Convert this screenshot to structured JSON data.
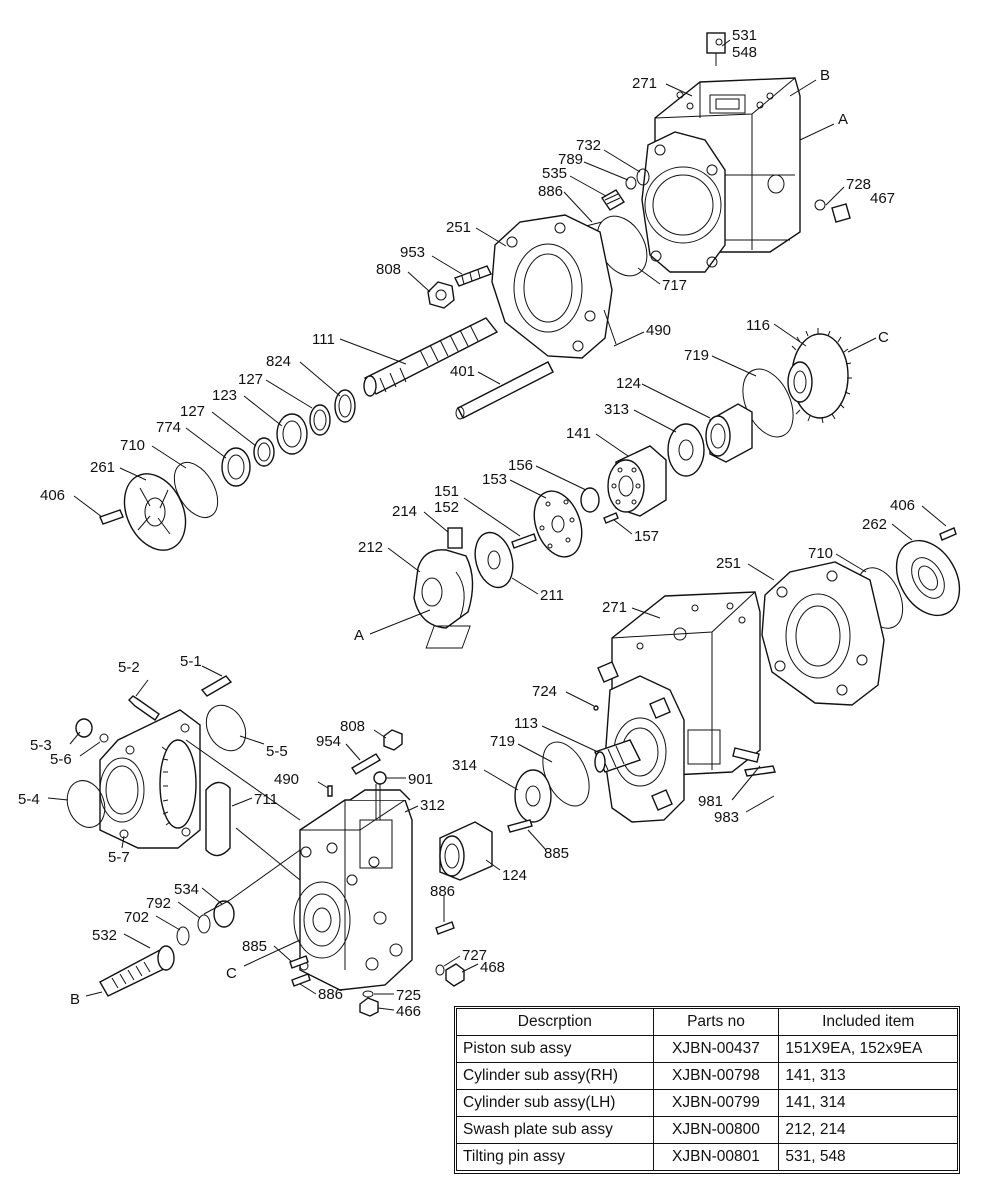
{
  "callouts": [
    {
      "id": "531",
      "text": "531"
    },
    {
      "id": "548",
      "text": "548"
    },
    {
      "id": "271a",
      "text": "271"
    },
    {
      "id": "B1",
      "text": "B"
    },
    {
      "id": "A1",
      "text": "A"
    },
    {
      "id": "732",
      "text": "732"
    },
    {
      "id": "789",
      "text": "789"
    },
    {
      "id": "535",
      "text": "535"
    },
    {
      "id": "728",
      "text": "728"
    },
    {
      "id": "467",
      "text": "467"
    },
    {
      "id": "886a",
      "text": "886"
    },
    {
      "id": "251a",
      "text": "251"
    },
    {
      "id": "953",
      "text": "953"
    },
    {
      "id": "808a",
      "text": "808"
    },
    {
      "id": "717",
      "text": "717"
    },
    {
      "id": "490a",
      "text": "490"
    },
    {
      "id": "111",
      "text": "111"
    },
    {
      "id": "116",
      "text": "116"
    },
    {
      "id": "C1",
      "text": "C"
    },
    {
      "id": "719a",
      "text": "719"
    },
    {
      "id": "824",
      "text": "824"
    },
    {
      "id": "127a",
      "text": "127"
    },
    {
      "id": "401",
      "text": "401"
    },
    {
      "id": "124a",
      "text": "124"
    },
    {
      "id": "123",
      "text": "123"
    },
    {
      "id": "127b",
      "text": "127"
    },
    {
      "id": "313",
      "text": "313"
    },
    {
      "id": "774",
      "text": "774"
    },
    {
      "id": "141",
      "text": "141"
    },
    {
      "id": "710a",
      "text": "710"
    },
    {
      "id": "261",
      "text": "261"
    },
    {
      "id": "156",
      "text": "156"
    },
    {
      "id": "153",
      "text": "153"
    },
    {
      "id": "151",
      "text": "151"
    },
    {
      "id": "152",
      "text": "152"
    },
    {
      "id": "406a",
      "text": "406"
    },
    {
      "id": "214",
      "text": "214"
    },
    {
      "id": "157",
      "text": "157"
    },
    {
      "id": "406b",
      "text": "406"
    },
    {
      "id": "262",
      "text": "262"
    },
    {
      "id": "212",
      "text": "212"
    },
    {
      "id": "211",
      "text": "211"
    },
    {
      "id": "710b",
      "text": "710"
    },
    {
      "id": "251b",
      "text": "251"
    },
    {
      "id": "A2",
      "text": "A"
    },
    {
      "id": "271b",
      "text": "271"
    },
    {
      "id": "5-1",
      "text": "5-1"
    },
    {
      "id": "5-2",
      "text": "5-2"
    },
    {
      "id": "724",
      "text": "724"
    },
    {
      "id": "5-3",
      "text": "5-3"
    },
    {
      "id": "5-6",
      "text": "5-6"
    },
    {
      "id": "5-5",
      "text": "5-5"
    },
    {
      "id": "808b",
      "text": "808"
    },
    {
      "id": "954",
      "text": "954"
    },
    {
      "id": "113",
      "text": "113"
    },
    {
      "id": "719b",
      "text": "719"
    },
    {
      "id": "901",
      "text": "901"
    },
    {
      "id": "490b",
      "text": "490"
    },
    {
      "id": "5-4",
      "text": "5-4"
    },
    {
      "id": "711",
      "text": "711"
    },
    {
      "id": "312",
      "text": "312"
    },
    {
      "id": "314",
      "text": "314"
    },
    {
      "id": "981",
      "text": "981"
    },
    {
      "id": "983",
      "text": "983"
    },
    {
      "id": "5-7",
      "text": "5-7"
    },
    {
      "id": "885a",
      "text": "885"
    },
    {
      "id": "124b",
      "text": "124"
    },
    {
      "id": "534",
      "text": "534"
    },
    {
      "id": "886b",
      "text": "886"
    },
    {
      "id": "792",
      "text": "792"
    },
    {
      "id": "702",
      "text": "702"
    },
    {
      "id": "532",
      "text": "532"
    },
    {
      "id": "885b",
      "text": "885"
    },
    {
      "id": "C2",
      "text": "C"
    },
    {
      "id": "727",
      "text": "727"
    },
    {
      "id": "468",
      "text": "468"
    },
    {
      "id": "B2",
      "text": "B"
    },
    {
      "id": "886c",
      "text": "886"
    },
    {
      "id": "725",
      "text": "725"
    },
    {
      "id": "466",
      "text": "466"
    }
  ],
  "parts_table": {
    "headers": [
      "Descrption",
      "Parts no",
      "Included item"
    ],
    "rows": [
      [
        "Piston sub assy",
        "XJBN-00437",
        "151X9EA, 152x9EA"
      ],
      [
        "Cylinder sub assy(RH)",
        "XJBN-00798",
        "141, 313"
      ],
      [
        "Cylinder sub assy(LH)",
        "XJBN-00799",
        "141, 314"
      ],
      [
        "Swash plate sub assy",
        "XJBN-00800",
        "212, 214"
      ],
      [
        "Tilting pin assy",
        "XJBN-00801",
        "531, 548"
      ]
    ]
  }
}
